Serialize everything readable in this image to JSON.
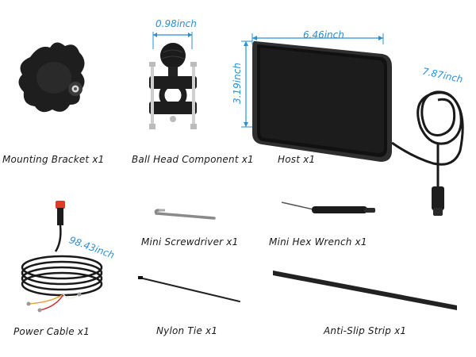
{
  "colors": {
    "dimension_blue": "#2b8fd6",
    "device_black": "#1c1c1c",
    "screen_dark": "#2b2b2b",
    "cable_black": "#202020",
    "plug_red": "#e23a2a",
    "label_text": "#1a1a1a"
  },
  "items": [
    {
      "label": "Mounting Bracket x1"
    },
    {
      "label": "Ball Head Component x1",
      "dimension": "0.98inch"
    },
    {
      "label": "Host x1",
      "width_dimension": "6.46inch",
      "height_dimension": "3.19inch",
      "cable_dimension": "7.87inch"
    },
    {
      "label": "Power Cable x1",
      "dimension": "98.43inch"
    },
    {
      "label": "Mini Screwdriver x1"
    },
    {
      "label": "Mini Hex Wrench x1"
    },
    {
      "label": "Nylon Tie x1"
    },
    {
      "label": "Anti-Slip Strip x1"
    }
  ]
}
